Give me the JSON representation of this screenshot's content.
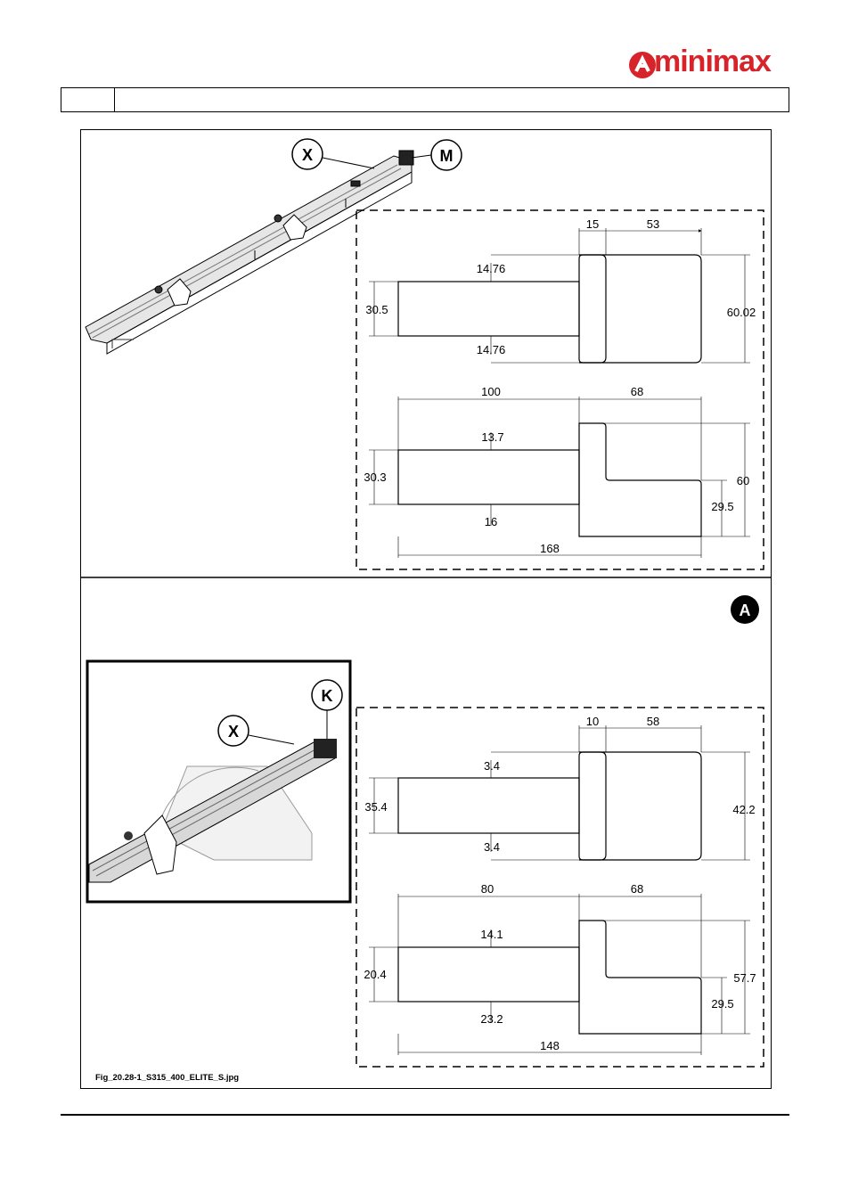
{
  "brand": {
    "name": "minimax",
    "color": "#d6242a"
  },
  "header_table": {
    "cell1": "",
    "cell2": ""
  },
  "figure": {
    "caption": "Fig_20.28-1_S315_400_ELITE_S.jpg",
    "top_panel": {
      "callouts": [
        "X",
        "M"
      ],
      "profile1": {
        "dims": [
          "15",
          "53",
          "14.76",
          "30.5",
          "60.02",
          "14.76"
        ]
      },
      "profile2": {
        "dims": [
          "100",
          "68",
          "13.7",
          "30.3",
          "60",
          "29.5",
          "16",
          "168"
        ]
      }
    },
    "bottom_panel": {
      "badge": "A",
      "callouts": [
        "K",
        "X"
      ],
      "profile1": {
        "dims": [
          "10",
          "58",
          "3.4",
          "35.4",
          "42.2",
          "3.4"
        ]
      },
      "profile2": {
        "dims": [
          "80",
          "68",
          "14.1",
          "20.4",
          "57.7",
          "29.5",
          "23.2",
          "148"
        ]
      }
    }
  },
  "icons": [
    "minimax-logo-icon",
    "fence-illustration",
    "mitre-gauge-illustration"
  ]
}
